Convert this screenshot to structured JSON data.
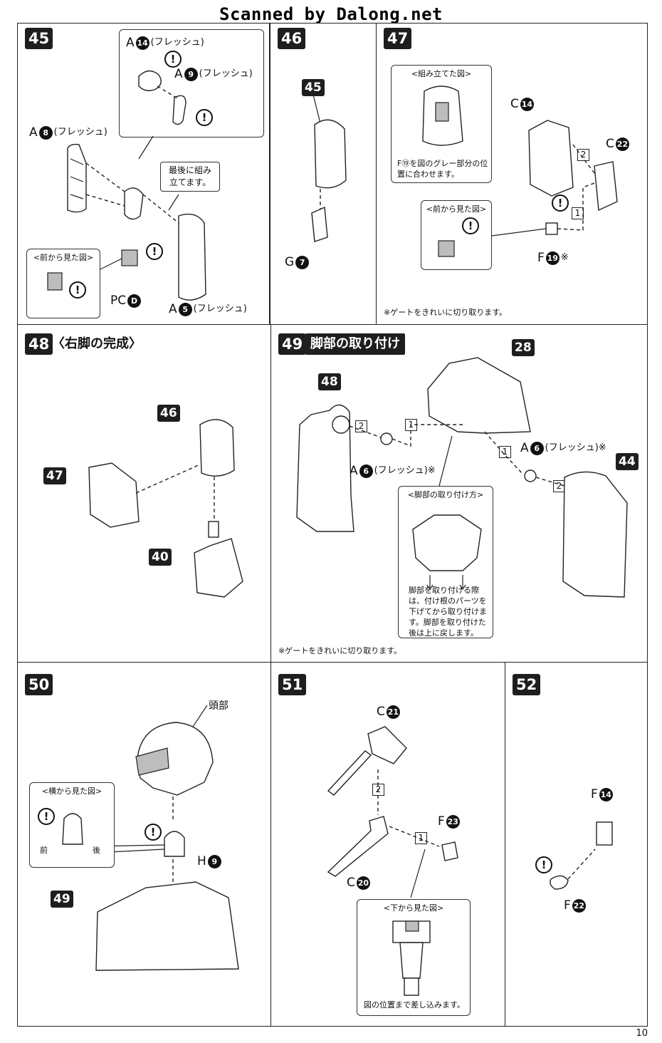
{
  "watermark": "Scanned by Dalong.net",
  "page_number": "10",
  "steps": {
    "s45": {
      "number": "45",
      "labels": {
        "a14": {
          "letter": "A",
          "num": "14",
          "note": "(フレッシュ)"
        },
        "a9": {
          "letter": "A",
          "num": "9",
          "note": "(フレッシュ)"
        },
        "a8": {
          "letter": "A",
          "num": "8",
          "note": "(フレッシュ)"
        },
        "a5": {
          "letter": "A",
          "num": "5",
          "note": "(フレッシュ)"
        },
        "pcd": {
          "letter": "PC",
          "num": "D"
        }
      },
      "callout": "最後に組み立てます。",
      "front_view": "<前から見た図>"
    },
    "s46": {
      "number": "46",
      "part_tag": "45",
      "g7": {
        "letter": "G",
        "num": "7"
      }
    },
    "s47": {
      "number": "47",
      "assembled_view": "<組み立てた図>",
      "assembled_note": "F⑲を図のグレー部分の位置に合わせます。",
      "front_view": "<前から見た図>",
      "c14": {
        "letter": "C",
        "num": "14"
      },
      "c22": {
        "letter": "C",
        "num": "22"
      },
      "f19": {
        "letter": "F",
        "num": "19",
        "mark": "※"
      },
      "order1": "1",
      "order2": "2",
      "gate_note": "※ゲートをきれいに切り取ります。"
    },
    "s48": {
      "number": "48",
      "title": "〈右脚の完成〉",
      "tags": [
        "46",
        "47",
        "40"
      ]
    },
    "s49": {
      "number": "49",
      "title": "脚部の取り付け",
      "tags": {
        "t48": "48",
        "t28": "28",
        "t44": "44"
      },
      "a6_left": {
        "letter": "A",
        "num": "6",
        "note": "(フレッシュ)※"
      },
      "a6_right": {
        "letter": "A",
        "num": "6",
        "note": "(フレッシュ)※"
      },
      "order1": "1",
      "order2": "2",
      "inset_title": "<脚部の取り付け方>",
      "inset_note": "脚部を取り付ける際は、付け根のパーツを下げてから取り付けます。脚部を取り付けた後は上に戻します。",
      "gate_note": "※ゲートをきれいに切り取ります。"
    },
    "s50": {
      "number": "50",
      "head_label": "頭部",
      "side_view": "<横から見た図>",
      "front": "前",
      "back": "後",
      "h9": {
        "letter": "H",
        "num": "9"
      },
      "part_tag": "49"
    },
    "s51": {
      "number": "51",
      "c21": {
        "letter": "C",
        "num": "21"
      },
      "c20": {
        "letter": "C",
        "num": "20"
      },
      "f23": {
        "letter": "F",
        "num": "23"
      },
      "order1": "1",
      "order2": "2",
      "bottom_view": "<下から見た図>",
      "bottom_note": "図の位置まで差し込みます。"
    },
    "s52": {
      "number": "52",
      "f14": {
        "letter": "F",
        "num": "14"
      },
      "f22": {
        "letter": "F",
        "num": "22"
      }
    }
  },
  "colors": {
    "ink": "#111111",
    "paper": "#ffffff",
    "part_gray": "#bdbdbd"
  }
}
